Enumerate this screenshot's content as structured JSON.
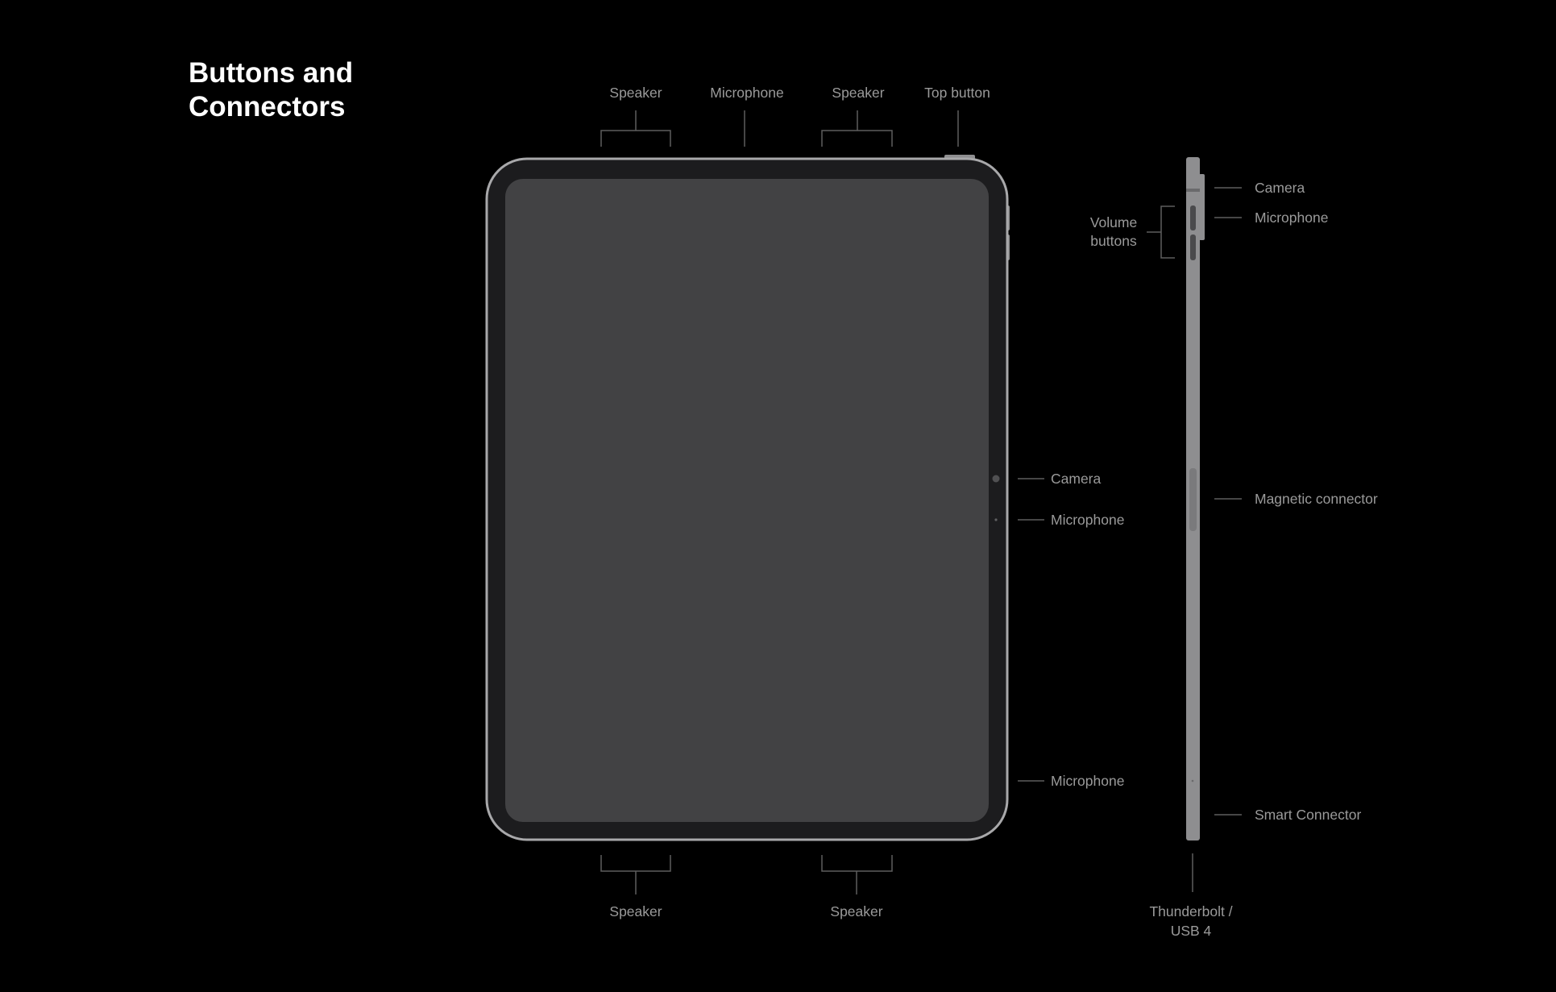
{
  "title": {
    "line1": "Buttons and",
    "line2": "Connectors"
  },
  "front": {
    "top_labels": [
      "Speaker",
      "Microphone",
      "Speaker",
      "Top button"
    ],
    "right_labels": [
      "Camera",
      "Microphone",
      "Microphone"
    ],
    "bottom_labels": [
      "Speaker",
      "Speaker"
    ]
  },
  "side": {
    "volume_label": [
      "Volume",
      "buttons"
    ],
    "right_labels": [
      "Camera",
      "Microphone",
      "Magnetic connector",
      "Smart Connector"
    ],
    "bottom_label": [
      "Thunderbolt /",
      "USB 4"
    ]
  },
  "colors": {
    "background": "#000000",
    "frame": "#a8a8aa",
    "bezel": "#1c1c1e",
    "screen": "#424244",
    "label": "#9a9a9a"
  }
}
